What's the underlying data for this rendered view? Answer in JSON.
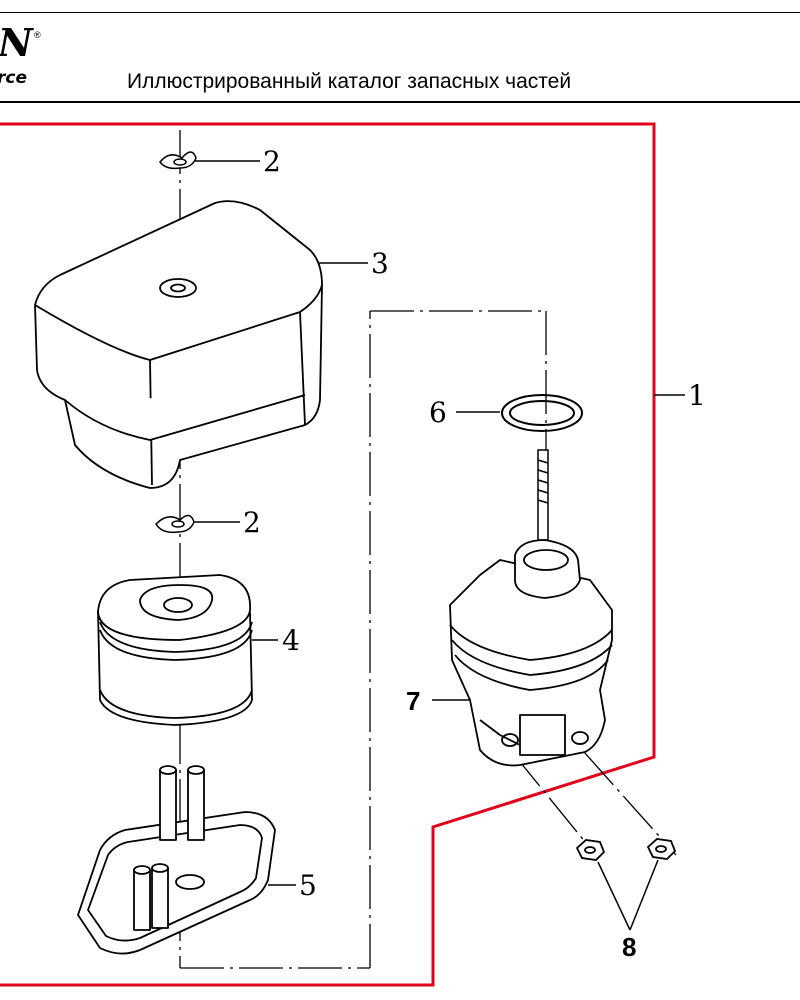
{
  "header": {
    "logo_text": "N",
    "logo_registered": "®",
    "logo_subtext": "rce",
    "title": "Иллюстрированный каталог запасных частей"
  },
  "diagram": {
    "frame_color": "#e0001b",
    "callouts": {
      "c1": "1",
      "c2_top": "2",
      "c2_bottom": "2",
      "c3": "3",
      "c4": "4",
      "c5": "5",
      "c6": "6",
      "c7": "7",
      "c8": "8"
    }
  }
}
